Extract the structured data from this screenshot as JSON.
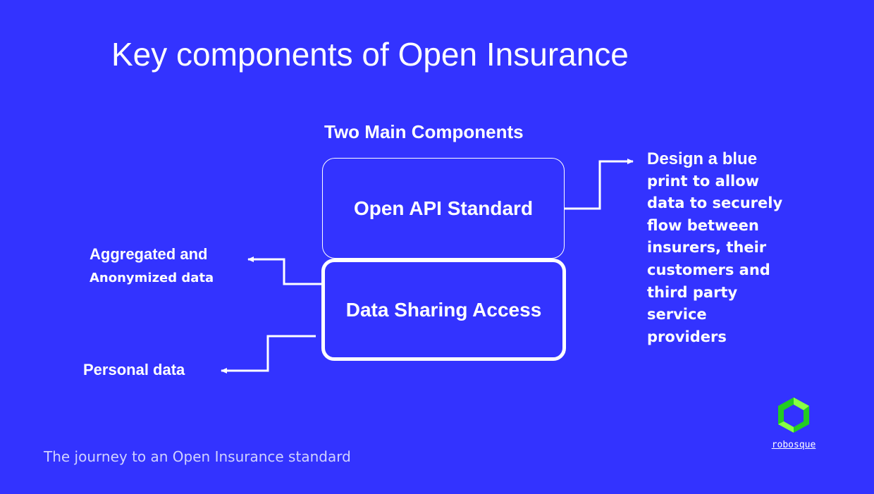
{
  "slide": {
    "title": "Key components of Open Insurance",
    "subtitle": "Two Main Components",
    "boxes": {
      "top_label": "Open API Standard",
      "bottom_label": "Data Sharing Access"
    },
    "right_note": {
      "first_line": "Design a blue",
      "rest": "print to allow data to securely flow between insurers, their customers and third party service providers"
    },
    "left_notes": {
      "aggregated_line1": "Aggregated and",
      "aggregated_line2": "Anonymized data",
      "personal": "Personal data"
    },
    "footer": "The journey to an Open Insurance standard",
    "logo": {
      "icon": "hexagon-logo-icon",
      "text": "robosque",
      "colors": {
        "hex_outer": "#22cc22",
        "hex_inner": "#88ff44"
      }
    },
    "colors": {
      "background": "#3333ff",
      "foreground": "#ffffff"
    }
  }
}
